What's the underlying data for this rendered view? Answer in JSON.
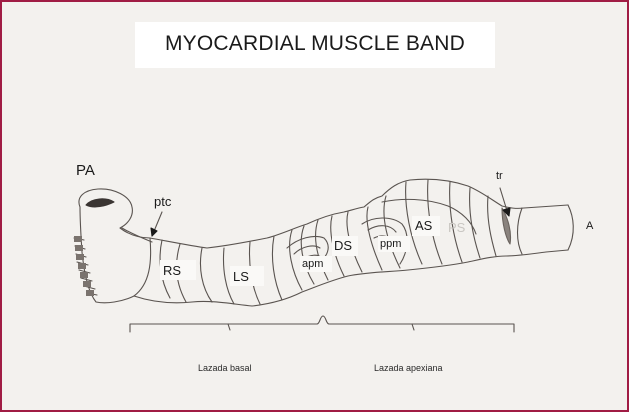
{
  "title": "MYOCARDIAL MUSCLE BAND",
  "labels": {
    "pa": "PA",
    "ptc": "ptc",
    "rs": "RS",
    "ls": "LS",
    "apm": "apm",
    "ds": "DS",
    "ppm": "ppm",
    "as": "AS",
    "ps": "PS",
    "tr": "tr",
    "a": "A"
  },
  "loops": {
    "basal": "Lazada basal",
    "apical": "Lazada apexiana"
  },
  "colors": {
    "border": "#a01c44",
    "ink": "#5a5450",
    "background": "#f3f1ee"
  }
}
